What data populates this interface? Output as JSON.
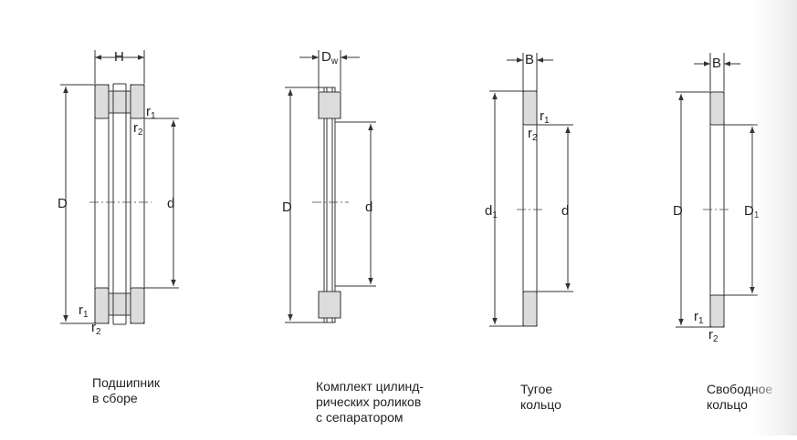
{
  "figures": [
    {
      "id": "assembled",
      "labels": {
        "H": "H",
        "D": "D",
        "d": "d",
        "r": "r",
        "s1": "1",
        "s2": "2"
      },
      "caption": [
        "Подшипник",
        "в сборе"
      ]
    },
    {
      "id": "roller-cage",
      "labels": {
        "Dw_main": "D",
        "Dw_sub": "w",
        "D": "D",
        "d": "d"
      },
      "caption": [
        "Комплект цилинд-",
        "рических роликов",
        "с сепаратором"
      ]
    },
    {
      "id": "shaft-washer",
      "labels": {
        "B": "B",
        "d1_main": "d",
        "d1_sub": "1",
        "d": "d",
        "r": "r",
        "s1": "1",
        "s2": "2"
      },
      "caption": [
        "Тугое",
        "кольцо"
      ]
    },
    {
      "id": "housing-washer",
      "labels": {
        "B": "B",
        "D": "D",
        "D1_main": "D",
        "D1_sub": "1",
        "r": "r",
        "s1": "1",
        "s2": "2"
      },
      "caption": [
        "Свободное",
        "кольцо"
      ]
    }
  ]
}
